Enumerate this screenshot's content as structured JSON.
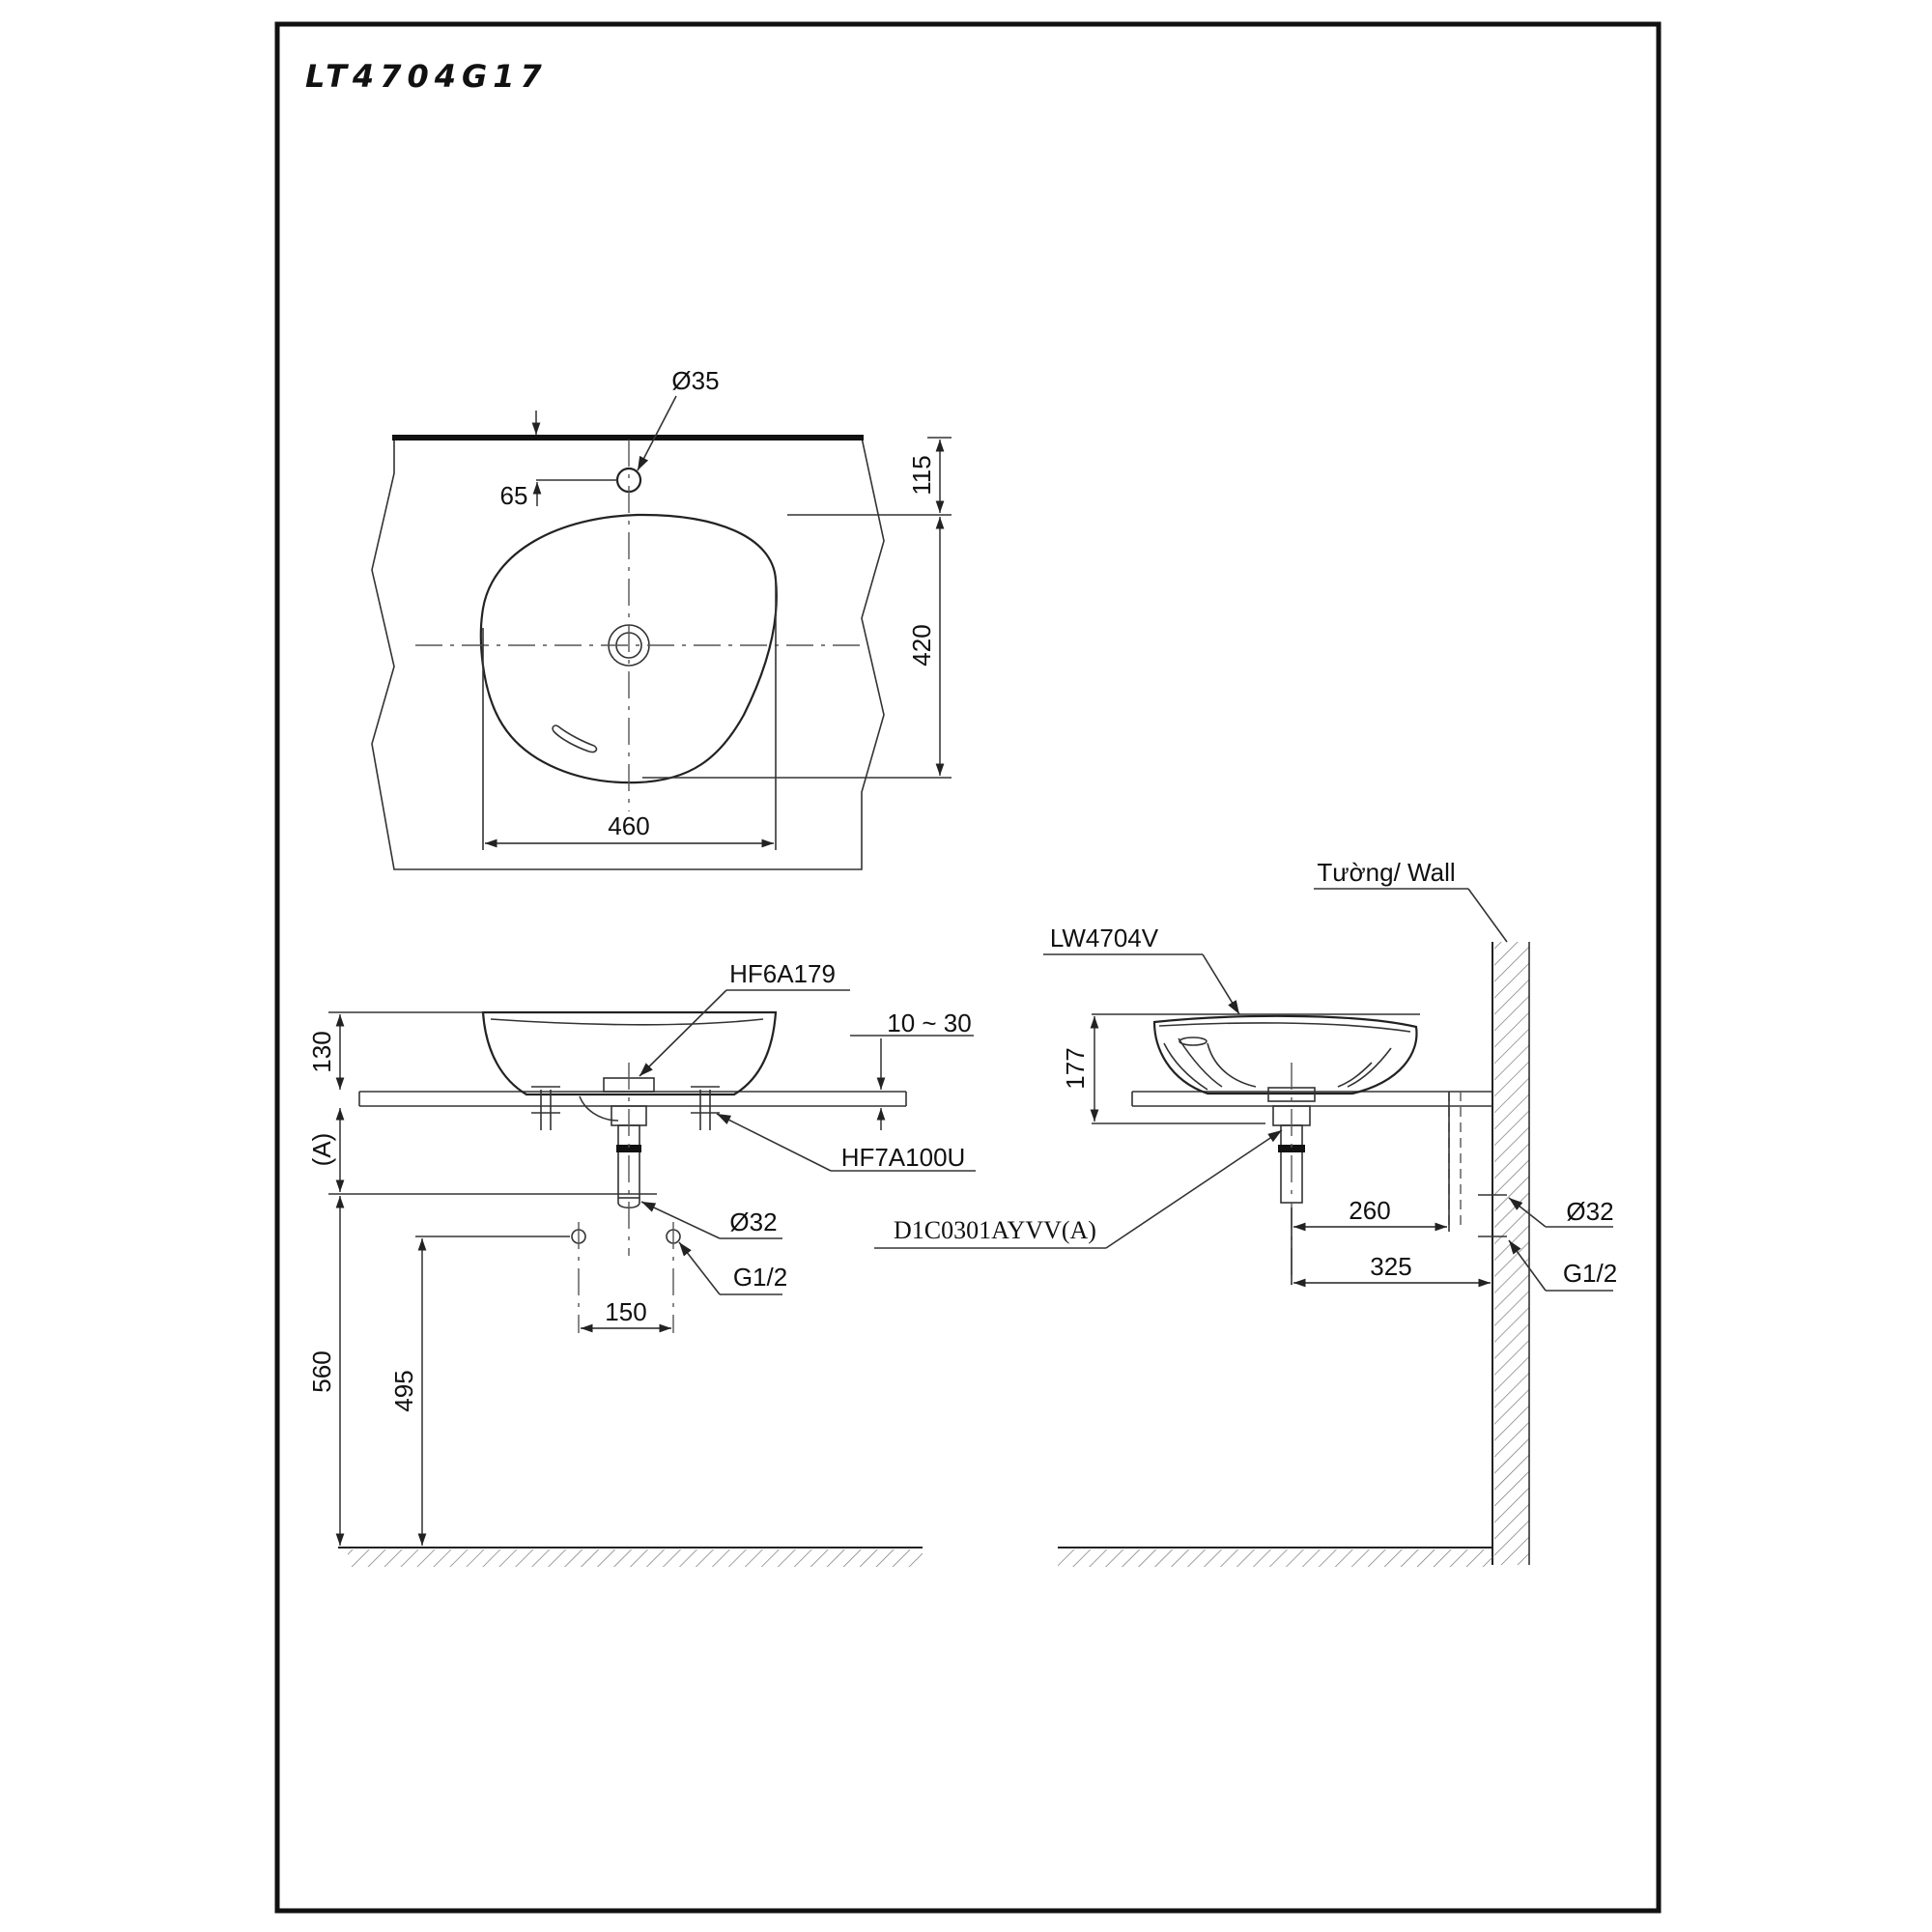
{
  "drawing": {
    "model_code": "LT4704G17"
  },
  "plan_view": {
    "faucet_hole_dia": "Ø35",
    "faucet_offset": "65",
    "dim_back_to_bowl": "115",
    "dim_depth": "420",
    "dim_width": "460"
  },
  "front_view": {
    "drain_part": "HF6A179",
    "counter_thickness": "10 ~ 30",
    "bolt_part": "HF7A100U",
    "bowl_height": "130",
    "dim_a": "(A)",
    "waste_dia": "Ø32",
    "supply_thread": "G1/2",
    "supply_spacing": "150",
    "waste_height": "560",
    "supply_height": "495"
  },
  "side_view": {
    "wall_label": "Tường/ Wall",
    "basin_part": "LW4704V",
    "bowl_height": "177",
    "trap_part": "D1C0301AYVV(A)",
    "waste_dia": "Ø32",
    "supply_thread": "G1/2",
    "dim_260": "260",
    "dim_325": "325"
  }
}
